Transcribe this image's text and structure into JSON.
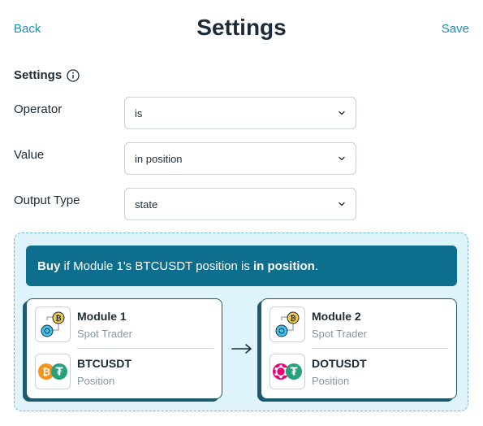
{
  "header": {
    "back_label": "Back",
    "title": "Settings",
    "save_label": "Save"
  },
  "section": {
    "title": "Settings"
  },
  "fields": {
    "operator": {
      "label": "Operator",
      "value": "is"
    },
    "value": {
      "label": "Value",
      "value": "in position"
    },
    "output_type": {
      "label": "Output Type",
      "value": "state"
    }
  },
  "preview": {
    "banner": {
      "action": "Buy",
      "middle": " if Module 1's BTCUSDT position is ",
      "state": "in position",
      "end": "."
    },
    "left_card": {
      "module_title": "Module 1",
      "module_sub": "Spot Trader",
      "pair_title": "BTCUSDT",
      "pair_sub": "Position"
    },
    "right_card": {
      "module_title": "Module 2",
      "module_sub": "Spot Trader",
      "pair_title": "DOTUSDT",
      "pair_sub": "Position"
    }
  },
  "colors": {
    "accent": "#1a8fb5",
    "banner_bg": "#0e6e8e",
    "preview_bg": "#dff3fb",
    "btc": "#f7931a",
    "usdt": "#26a17b",
    "dot": "#e6007a"
  },
  "icons": {
    "info": "info-circle-icon",
    "chevron": "chevron-down-icon",
    "module": "spot-trader-module-icon",
    "btc": "bitcoin-icon",
    "usdt": "tether-icon",
    "dot": "polkadot-icon",
    "arrow": "arrow-right-icon"
  }
}
